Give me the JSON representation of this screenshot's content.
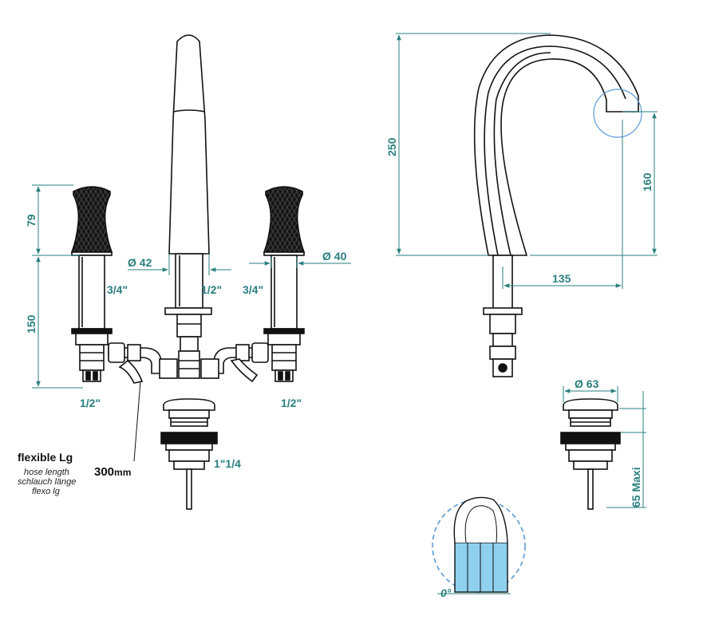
{
  "dimensions": {
    "handle_height": "79",
    "body_height": "150",
    "spout_diameter": "Ø 42",
    "handle_diameter": "Ø 40",
    "thread_left": "3/4\"",
    "thread_center": "1/2\"",
    "thread_right": "3/4\"",
    "inlet_left": "1/2\"",
    "inlet_right": "1/2\"",
    "drain_thread": "1\"1/4",
    "spout_height": "250",
    "spout_outlet_height": "160",
    "spout_reach": "135",
    "drain_diameter": "Ø 63",
    "drain_height": "65 Maxi",
    "angle": "0°"
  },
  "notes": {
    "flexible_title": "flexible Lg",
    "hose_length": "hose length",
    "schlauch": "schlauch länge",
    "flexo": "flexo lg",
    "hose_value": "300",
    "hose_unit": "mm"
  },
  "colors": {
    "line": "#111111",
    "dimension": "#2a7f7f",
    "detail_circle": "#5b9bd5",
    "detail_fill": "#8fd0ee"
  }
}
